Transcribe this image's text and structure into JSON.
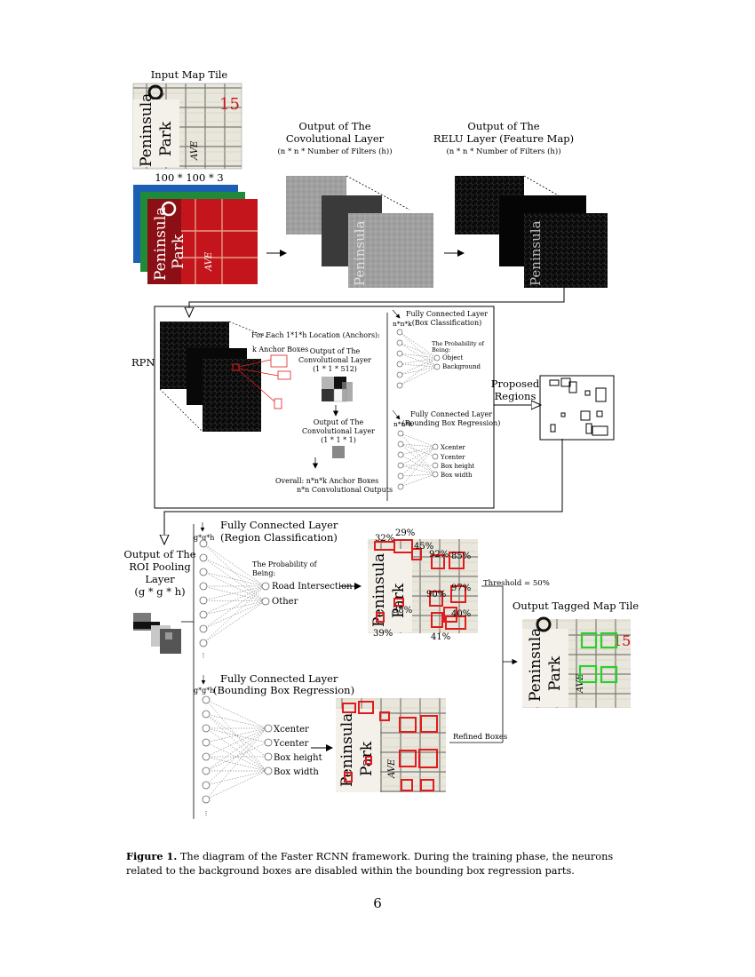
{
  "figure": {
    "input_tile_title": "Input Map Tile",
    "input_dims": "100 * 100 * 3",
    "map_text": {
      "line1": "Peninsula",
      "line2": "Park",
      "ave": "AVE",
      "num": "15"
    },
    "conv_title1": "Output of The",
    "conv_title2": "Covolutional Layer",
    "conv_sub": "(n * n * Number of Filters (h))",
    "relu_title1": "Output of The",
    "relu_title2": "RELU Layer (Feature Map)",
    "relu_sub": "(n * n * Number of Filters (h))",
    "rpn": {
      "label": "RPN",
      "anchors_title": "For Each 1*1*h Location (Anchors):",
      "k_anchor": "k Anchor Boxes",
      "conv512_1": "Output of The",
      "conv512_2": "Convolutional Layer",
      "conv512_3": "(1 * 1 * 512)",
      "conv1_1": "Output of The",
      "conv1_2": "Convolutional Layer",
      "conv1_3": "(1 * 1 * 1)",
      "overall1": "Overall: n*n*k Anchor Boxes",
      "overall2": "n*n Convolutional Outputs",
      "fc_cls_1": "Fully Connected Layer",
      "fc_cls_2": "(Box Classification)",
      "fc_cls_dim": "n*n*k",
      "prob1": "The Probability of",
      "prob2": "Being:",
      "object": "Object",
      "background": "Background",
      "fc_reg_1": "Fully Connected Layer",
      "fc_reg_2": "(Bounding Box Regression)",
      "fc_reg_dim": "n*n*k",
      "xcenter": "Xcenter",
      "ycenter": "Ycenter",
      "box_height": "Box height",
      "box_width": "Box width"
    },
    "proposed1": "Proposed",
    "proposed2": "Regions",
    "roi1": "Output of The",
    "roi2": "ROI Pooling",
    "roi3": "Layer",
    "roi4": "(g * g * h)",
    "fc_region_1": "Fully Connected Layer",
    "fc_region_2": "(Region Classification)",
    "fc_region_dim": "g*g*h",
    "prob_region1": "The Probability of",
    "prob_region2": "Being:",
    "road_intersection": "Road Intersection",
    "other": "Other",
    "fc_bbox_1": "Fully Connected Layer",
    "fc_bbox_2": "(Bounding Box Regression)",
    "fc_bbox_dim": "g*g*h",
    "bbox_outputs": [
      "Xcenter",
      "Ycenter",
      "Box height",
      "Box width"
    ],
    "percentages": {
      "p32": "32%",
      "p29": "29%",
      "p45": "45%",
      "p92": "92%",
      "p85": "85%",
      "p90": "90%",
      "p97": "97%",
      "p38": "38%",
      "p40": "40%",
      "p39": "39%",
      "p41": "41%"
    },
    "threshold": "Threshold = 50%",
    "output_tagged": "Output Tagged Map Tile",
    "refined_boxes": "Refined Boxes"
  },
  "caption": {
    "label": "Figure 1.",
    "text": "The diagram of the Faster RCNN framework. During the training phase, the neurons related to the background boxes are disabled within the bounding box regression parts."
  },
  "page_number": "6",
  "colors": {
    "red_box": "#e11b1b",
    "green_box": "#2ecc2e",
    "map_bg": "#e9e6dc",
    "channel_red": "#c4151c",
    "channel_green": "#1f8a3a",
    "channel_blue": "#1c5fb5"
  }
}
